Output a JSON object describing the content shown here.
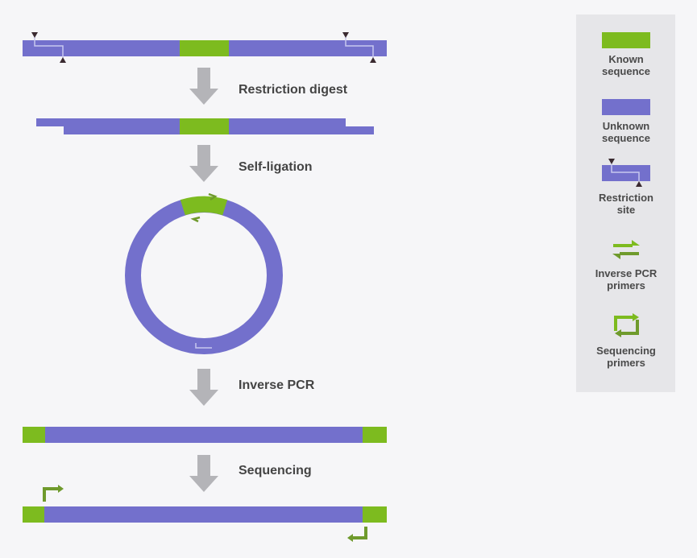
{
  "steps": {
    "restriction_digest": "Restriction digest",
    "self_ligation": "Self-ligation",
    "inverse_pcr": "Inverse PCR",
    "sequencing": "Sequencing"
  },
  "legend": {
    "known": [
      "Known",
      "sequence"
    ],
    "unknown": [
      "Unknown",
      "sequence"
    ],
    "restriction": [
      "Restriction",
      "site"
    ],
    "inverse_primers": [
      "Inverse PCR",
      "primers"
    ],
    "seq_primers": [
      "Sequencing",
      "primers"
    ]
  },
  "colors": {
    "known": "#7dbb1f",
    "unknown": "#7370cc",
    "arrow": "#b4b4b8",
    "primer": "#6f9a2c"
  }
}
